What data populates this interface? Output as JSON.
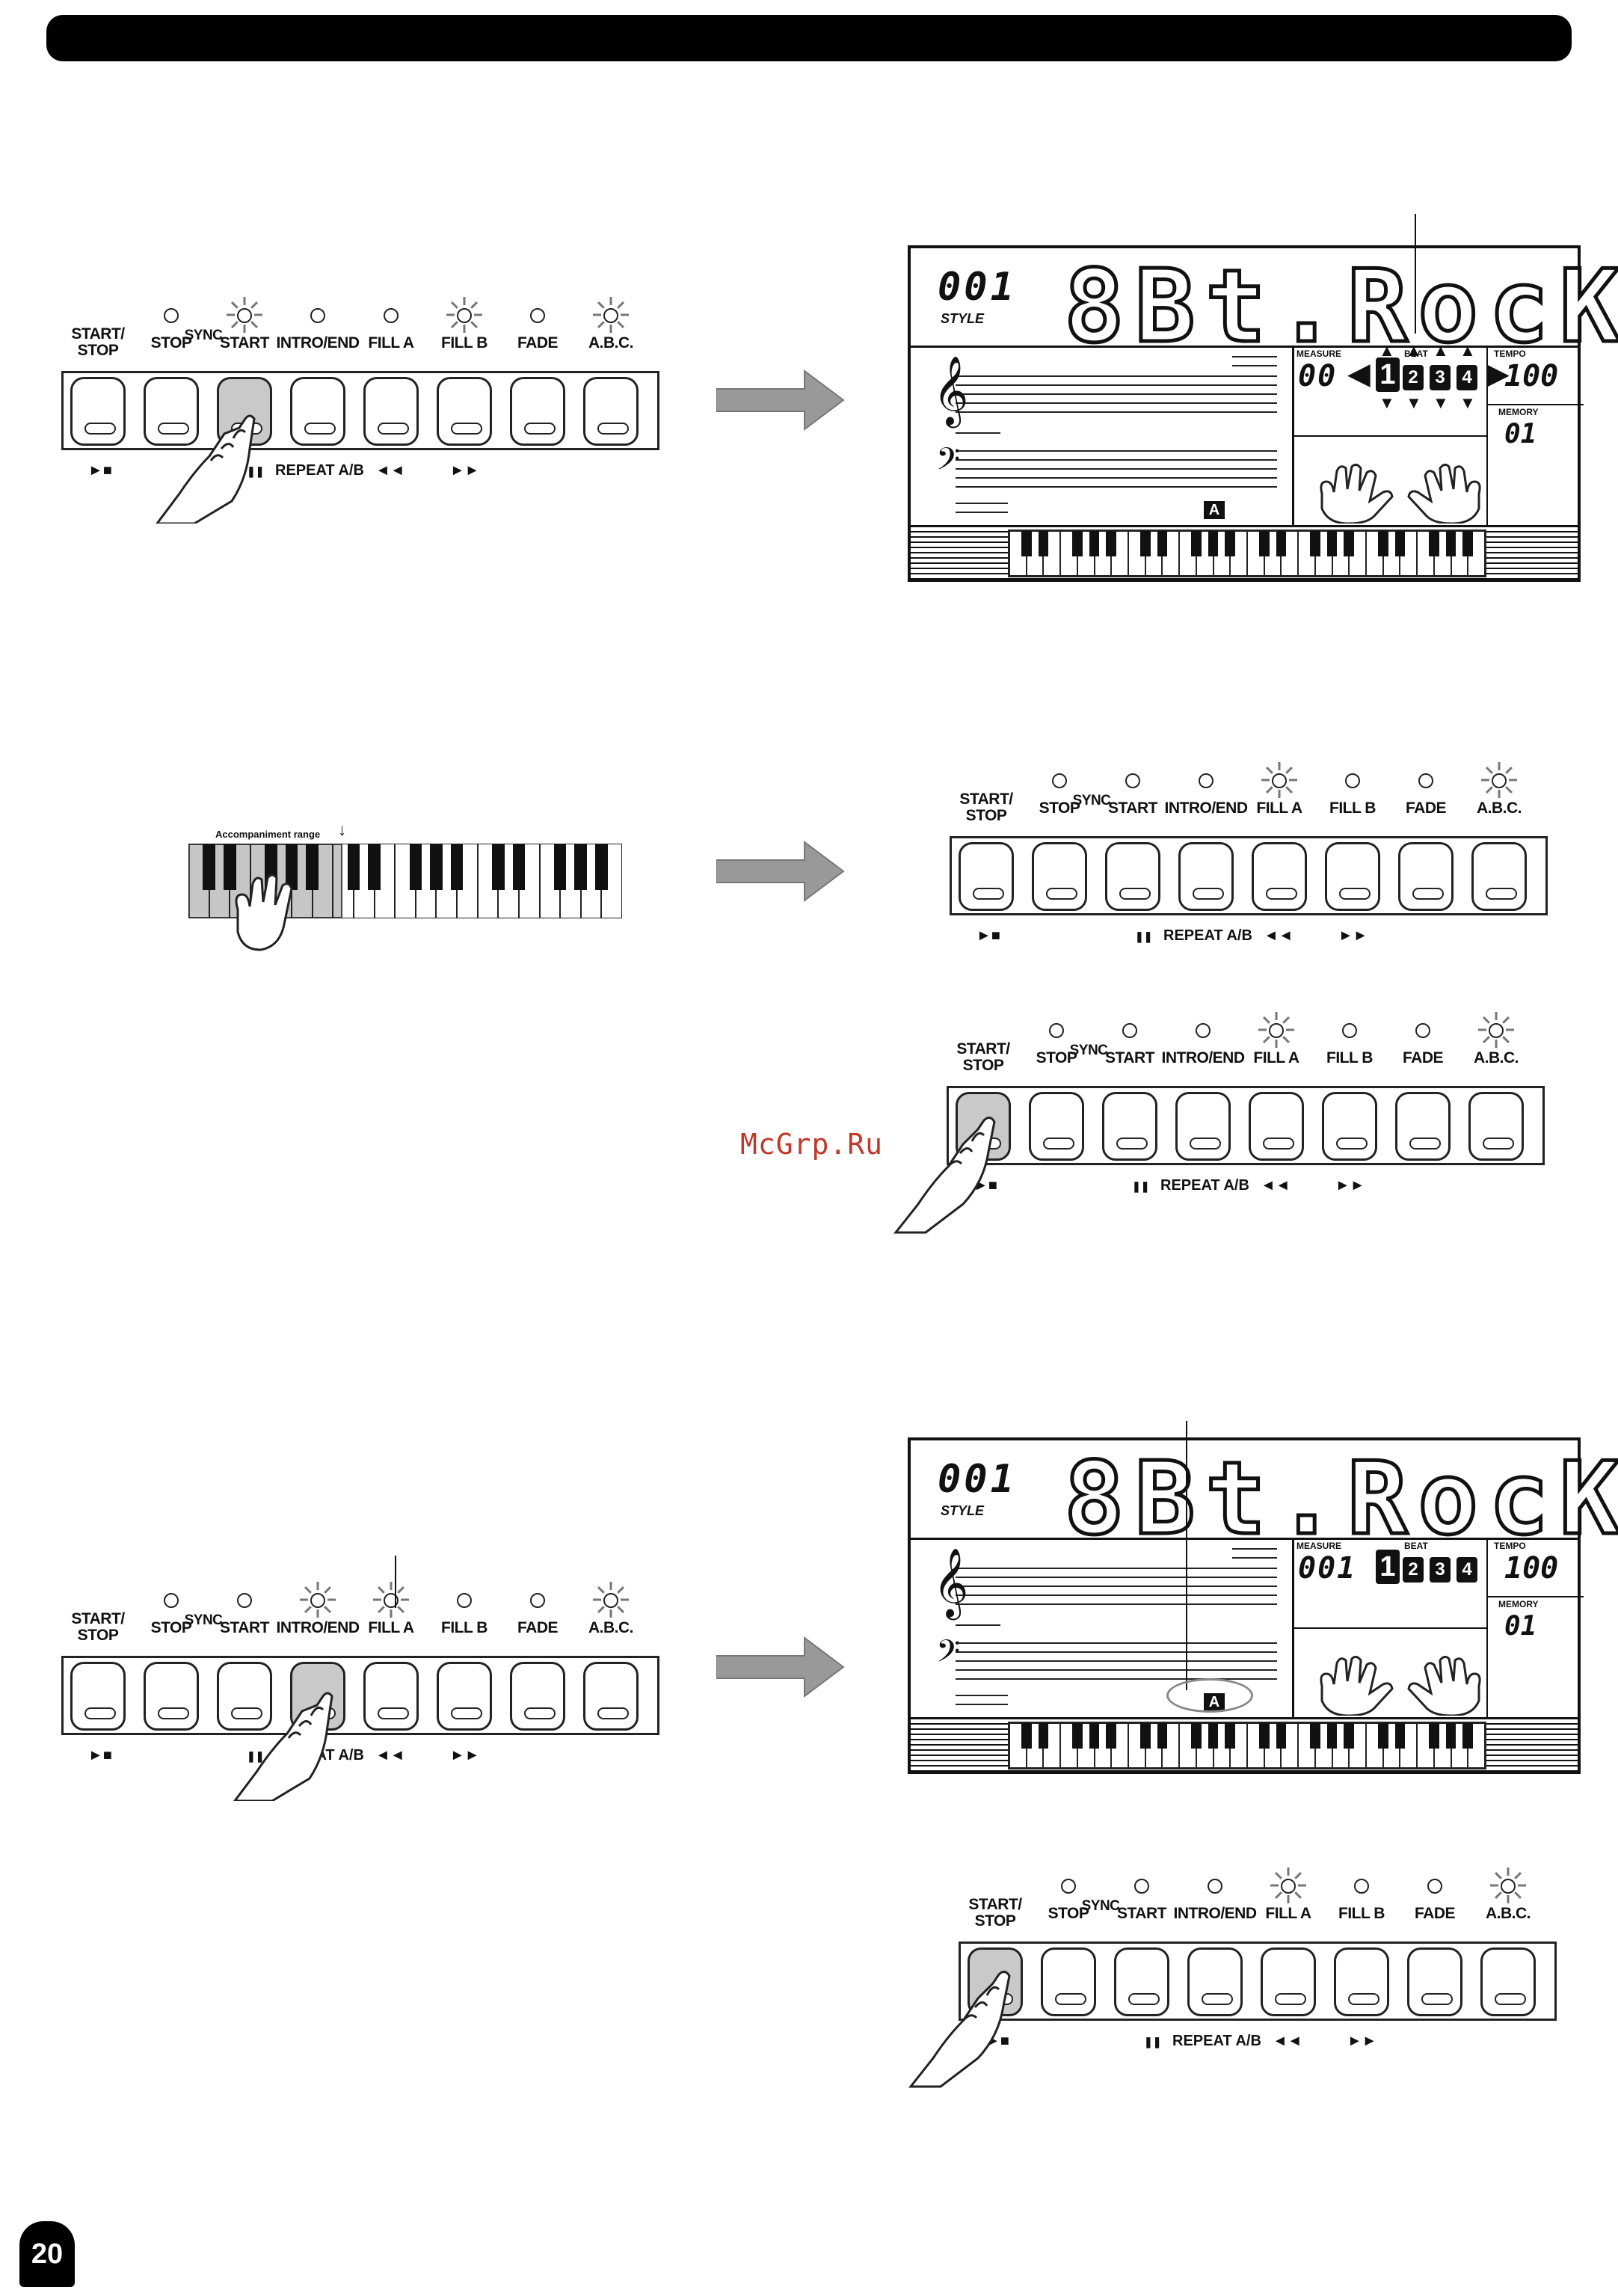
{
  "page_number": "20",
  "watermark": "McGrp.Ru",
  "panel": {
    "labels": [
      "START/\nSTOP",
      "STOP",
      "START",
      "INTRO/END",
      "FILL A",
      "FILL B",
      "FADE",
      "A.B.C."
    ],
    "sync_label": "SYNC",
    "bottom_play": "►■",
    "bottom_pause": "❚❚",
    "bottom_repeat": "REPEAT A/B",
    "bottom_rew": "◄◄",
    "bottom_ff": "►►"
  },
  "lcd": {
    "style_number": "001",
    "style_label": "STYLE",
    "style_name": "8Bt.RocK",
    "measure_label": "MEASURE",
    "beat_label": "BEAT",
    "beats": [
      "1",
      "2",
      "3",
      "4"
    ],
    "tempo_label": "TEMPO",
    "tempo_value": "100",
    "memory_label": "MEMORY",
    "memory_value": "01",
    "variation": "A",
    "measure_value_1": "00",
    "measure_value_2": "001"
  },
  "keyboard_figure": {
    "range_label": "Accompaniment range"
  }
}
